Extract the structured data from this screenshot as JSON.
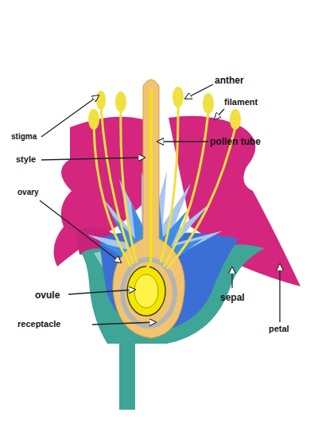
{
  "diagram": {
    "labels": [
      "anther",
      "filament",
      "stigma",
      "pollen tube",
      "style",
      "ovary",
      "ovule",
      "sepal",
      "receptacle",
      "petal"
    ]
  }
}
